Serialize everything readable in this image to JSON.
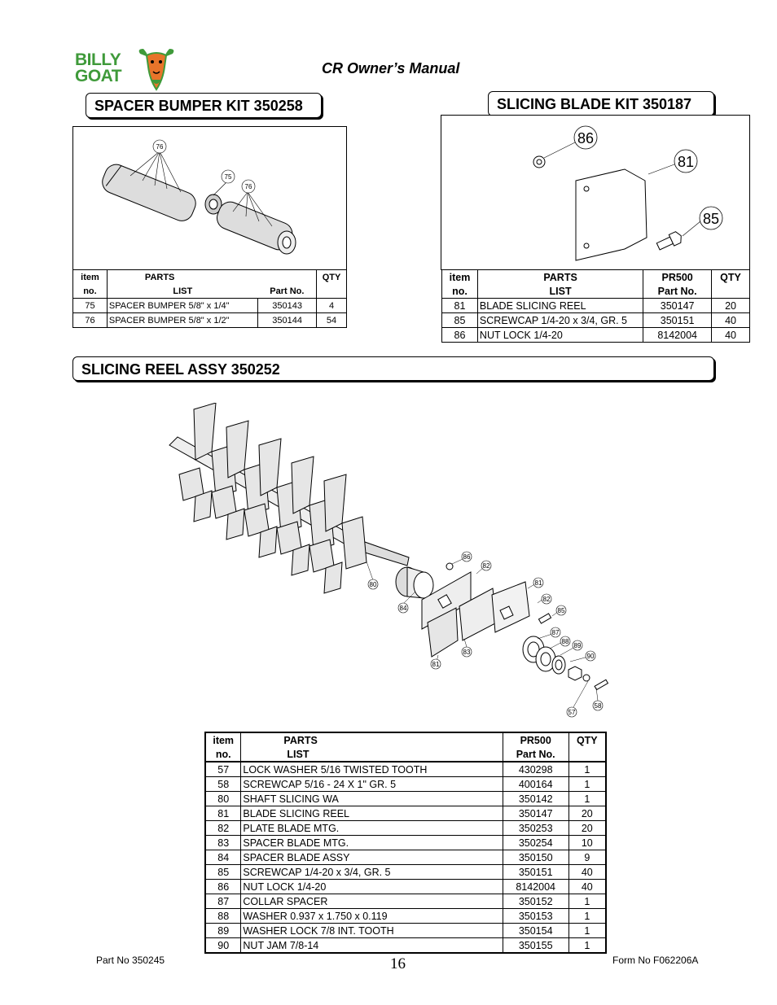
{
  "header": {
    "logo_line1": "BILLY",
    "logo_line2": "GOAT",
    "manual_title": "CR Owner’s Manual"
  },
  "kits": {
    "spacer_bumper": {
      "title": "SPACER BUMPER KIT 350258",
      "callouts": [
        "76",
        "75",
        "76"
      ],
      "headers": {
        "item1": "item",
        "item2": "no.",
        "parts1": "PARTS",
        "parts2": "LIST",
        "partno": "Part No.",
        "qty": "QTY"
      },
      "rows": [
        {
          "item": "75",
          "desc": "SPACER BUMPER 5/8\" x 1/4\"",
          "part": "350143",
          "qty": "4"
        },
        {
          "item": "76",
          "desc": "SPACER BUMPER 5/8\" x 1/2\"",
          "part": "350144",
          "qty": "54"
        }
      ]
    },
    "slicing_blade": {
      "title": "SLICING BLADE KIT 350187",
      "callouts": [
        "86",
        "81",
        "85"
      ],
      "headers": {
        "item1": "item",
        "item2": "no.",
        "parts1": "PARTS",
        "parts2": "LIST",
        "model": "PR500",
        "partno": "Part No.",
        "qty": "QTY"
      },
      "rows": [
        {
          "item": "81",
          "desc": "BLADE SLICING REEL",
          "part": "350147",
          "qty": "20"
        },
        {
          "item": "85",
          "desc": "SCREWCAP 1/4-20 x 3/4, GR. 5",
          "part": "350151",
          "qty": "40"
        },
        {
          "item": "86",
          "desc": "NUT LOCK 1/4-20",
          "part": "8142004",
          "qty": "40"
        }
      ]
    },
    "slicing_reel": {
      "title": "SLICING REEL ASSY 350252",
      "callouts": [
        "86",
        "82",
        "81",
        "82",
        "85",
        "80",
        "84",
        "87",
        "88",
        "89",
        "90",
        "83",
        "81",
        "57",
        "58"
      ],
      "headers": {
        "item1": "item",
        "item2": "no.",
        "parts1": "PARTS",
        "parts2": "LIST",
        "model": "PR500",
        "partno": "Part No.",
        "qty": "QTY"
      },
      "rows": [
        {
          "item": "57",
          "desc": "LOCK WASHER 5/16 TWISTED TOOTH",
          "part": "430298",
          "qty": "1"
        },
        {
          "item": "58",
          "desc": "SCREWCAP 5/16 - 24 X 1\" GR. 5",
          "part": "400164",
          "qty": "1"
        },
        {
          "item": "80",
          "desc": "SHAFT SLICING WA",
          "part": "350142",
          "qty": "1"
        },
        {
          "item": "81",
          "desc": "BLADE SLICING REEL",
          "part": "350147",
          "qty": "20"
        },
        {
          "item": "82",
          "desc": "PLATE BLADE MTG.",
          "part": "350253",
          "qty": "20"
        },
        {
          "item": "83",
          "desc": "SPACER BLADE MTG.",
          "part": "350254",
          "qty": "10"
        },
        {
          "item": "84",
          "desc": "SPACER BLADE ASSY",
          "part": "350150",
          "qty": "9"
        },
        {
          "item": "85",
          "desc": "SCREWCAP 1/4-20 x 3/4, GR. 5",
          "part": "350151",
          "qty": "40"
        },
        {
          "item": "86",
          "desc": "NUT LOCK 1/4-20",
          "part": "8142004",
          "qty": "40"
        },
        {
          "item": "87",
          "desc": "COLLAR SPACER",
          "part": "350152",
          "qty": "1"
        },
        {
          "item": "88",
          "desc": "WASHER 0.937 x 1.750 x 0.119",
          "part": "350153",
          "qty": "1"
        },
        {
          "item": "89",
          "desc": "WASHER LOCK 7/8 INT. TOOTH",
          "part": "350154",
          "qty": "1"
        },
        {
          "item": "90",
          "desc": "NUT JAM 7/8-14",
          "part": "350155",
          "qty": "1"
        }
      ]
    }
  },
  "footer": {
    "part_no": "Part No 350245",
    "page_number": "16",
    "form_no": "Form No F062206A"
  },
  "colors": {
    "logo_green": "#3f9a3a",
    "logo_orange": "#e8742a"
  }
}
